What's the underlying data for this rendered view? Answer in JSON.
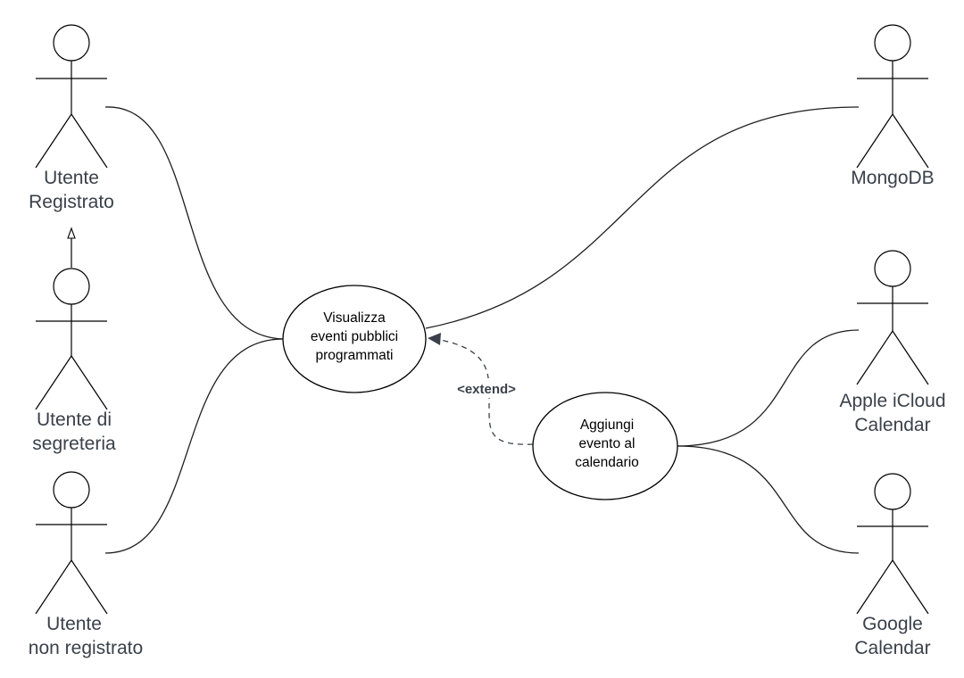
{
  "actors": {
    "utente_registrato": [
      "Utente",
      "Registrato"
    ],
    "utente_segreteria": [
      "Utente di",
      "segreteria"
    ],
    "utente_non_registrato": [
      "Utente",
      "non registrato"
    ],
    "mongodb": [
      "MongoDB"
    ],
    "apple_icloud": [
      "Apple iCloud",
      "Calendar"
    ],
    "google_calendar": [
      "Google",
      "Calendar"
    ]
  },
  "use_cases": {
    "visualizza": [
      "Visualizza",
      "eventi pubblici",
      "programmati"
    ],
    "aggiungi": [
      "Aggiungi",
      "evento al",
      "calendario"
    ]
  },
  "relations": {
    "extend_label": "<extend>"
  },
  "colors": {
    "line": "#000000",
    "text": "#3a414a",
    "dashed_arrow": "#3a414a"
  }
}
